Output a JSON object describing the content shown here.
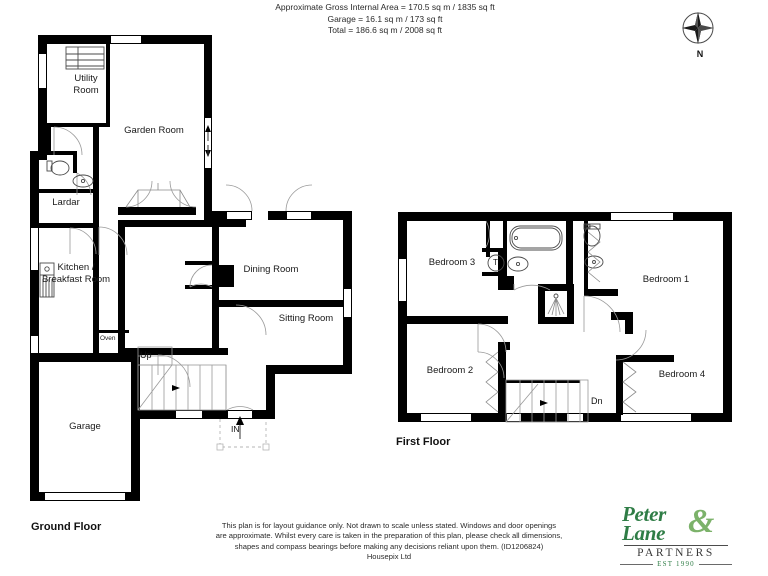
{
  "header": {
    "area_line_1": "Approximate Gross Internal Area = 170.5 sq m / 1835 sq ft",
    "area_line_2": "Garage = 16.1 sq m / 173 sq ft",
    "area_line_3": "Total = 186.6 sq m / 2008 sq ft"
  },
  "compass": {
    "north_label": "N",
    "icon": "compass-rose-icon"
  },
  "ground_floor": {
    "title": "Ground Floor",
    "rooms": [
      {
        "name": "utility-room",
        "label": "Utility\nRoom"
      },
      {
        "name": "garden-room",
        "label": "Garden Room"
      },
      {
        "name": "lardar",
        "label": "Lardar"
      },
      {
        "name": "kitchen-breakfast-room",
        "label": "Kitchen /\nBreakfast Room"
      },
      {
        "name": "dining-room",
        "label": "Dining Room"
      },
      {
        "name": "sitting-room",
        "label": "Sitting Room"
      },
      {
        "name": "garage",
        "label": "Garage"
      }
    ],
    "annotations": {
      "oven": "Oven",
      "stairs_up": "Up",
      "entrance": "IN"
    }
  },
  "first_floor": {
    "title": "First Floor",
    "rooms": [
      {
        "name": "bedroom-3",
        "label": "Bedroom 3"
      },
      {
        "name": "bedroom-1",
        "label": "Bedroom 1"
      },
      {
        "name": "bedroom-2",
        "label": "Bedroom 2"
      },
      {
        "name": "bedroom-4",
        "label": "Bedroom 4"
      }
    ],
    "annotations": {
      "tank_cupboard": "T",
      "stairs_down": "Dn"
    }
  },
  "footer": {
    "disclaimer_line_1": "This plan is for layout guidance only. Not drawn to scale unless stated. Windows and door openings",
    "disclaimer_line_2": "are approximate. Whilst every care is taken in the preparation of this plan, please check all dimensions,",
    "disclaimer_line_3": "shapes and compass bearings before making any decisions reliant upon them. (ID1206824)",
    "disclaimer_line_4": "Housepix Ltd"
  },
  "logo": {
    "line_1": "Peter",
    "line_2": "Lane",
    "ampersand": "&",
    "partners": "PARTNERS",
    "established": "EST 1990",
    "brand_color": "#2f7d46"
  }
}
